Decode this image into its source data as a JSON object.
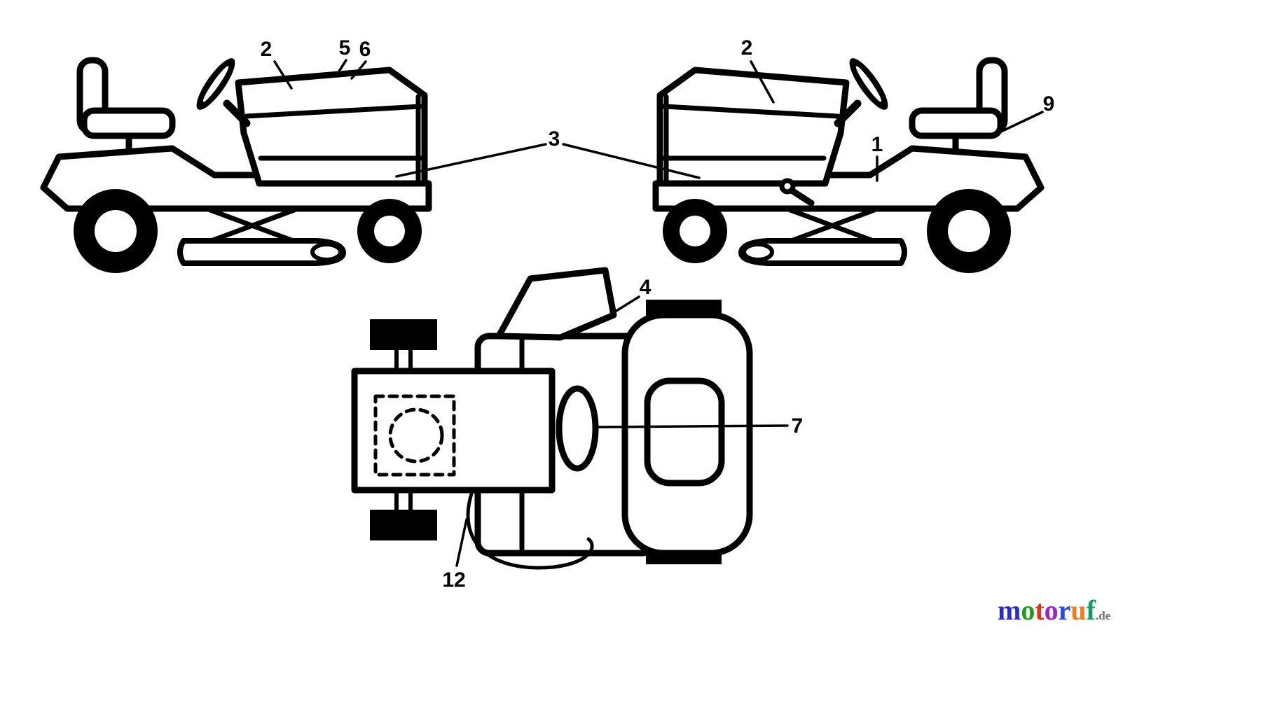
{
  "figure": {
    "type": "parts-diagram",
    "subject": "lawn-tractor-decal-locations",
    "background_color": "#ffffff",
    "line_color": "#000000",
    "callouts": [
      {
        "label": "2"
      },
      {
        "label": "5"
      },
      {
        "label": "6"
      },
      {
        "label": "3"
      },
      {
        "label": "2"
      },
      {
        "label": "9"
      },
      {
        "label": "1"
      },
      {
        "label": "4"
      },
      {
        "label": "7"
      },
      {
        "label": "12"
      }
    ]
  },
  "logo": {
    "word": "motoruf",
    "suffix": ".de",
    "suffix_style": "color:#6f6f6f",
    "letters": [
      {
        "char": "m",
        "style": "color:#2b2bd0"
      },
      {
        "char": "o",
        "style": "color:#1f9c1f"
      },
      {
        "char": "t",
        "style": "color:#e03114"
      },
      {
        "char": "o",
        "style": "color:#9a23cc"
      },
      {
        "char": "r",
        "style": "color:#2b49dc"
      },
      {
        "char": "u",
        "style": "color:#ef7d1a"
      },
      {
        "char": "f",
        "style": "color:#0f9b63"
      }
    ]
  }
}
